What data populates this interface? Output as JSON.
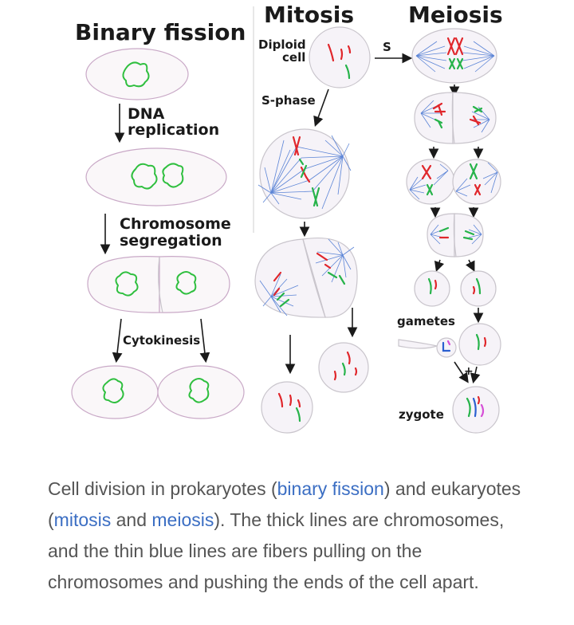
{
  "headers": {
    "binary": "Binary fission",
    "mitosis": "Mitosis",
    "meiosis": "Meiosis"
  },
  "labels": {
    "dna_replication_1": "DNA",
    "dna_replication_2": "replication",
    "chromosome_segregation_1": "Chromosome",
    "chromosome_segregation_2": "segregation",
    "cytokinesis": "Cytokinesis",
    "diploid_1": "Diploid",
    "diploid_2": "cell",
    "s_phase": "S-phase",
    "s": "S",
    "gametes": "gametes",
    "plus": "+",
    "zygote": "zygote"
  },
  "caption": {
    "t1": "Cell division in prokaryotes (",
    "link1": "binary fission",
    "t2": ") and eukaryotes (",
    "link2": "mitosis",
    "t3": " and ",
    "link3": "meiosis",
    "t4": "). The thick lines are chromosomes, and the thin blue lines are fibers pulling on the chromosomes and pushing the ends of the cell apart."
  },
  "colors": {
    "chromosome_red": "#e0262b",
    "chromosome_green": "#26b34a",
    "chromosome_blue": "#2a5fd0",
    "chromosome_magenta": "#d64fd6",
    "spindle_fiber": "#5b84d6",
    "bacterial_dna": "#2fbf3f",
    "link": "#3b6ec3"
  }
}
